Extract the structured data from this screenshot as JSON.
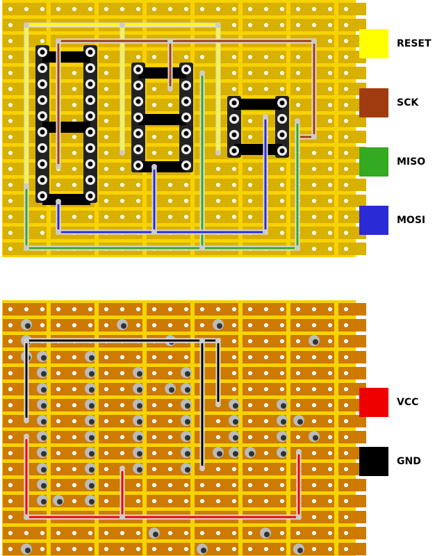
{
  "colors": {
    "top_board_bg": "#f7d300",
    "top_board_strip": "#d8b000",
    "bottom_board_bg": "#f7d300",
    "bottom_board_strip": "#cc7a00"
  },
  "top_legend": [
    {
      "label": "RESET",
      "color": "#ffff00"
    },
    {
      "label": "SCK",
      "color": "#a03c10"
    },
    {
      "label": "MISO",
      "color": "#33aa22"
    },
    {
      "label": "MOSI",
      "color": "#2a2ad6"
    }
  ],
  "bottom_legend": [
    {
      "label": "VCC",
      "color": "#ee0000"
    },
    {
      "label": "GND",
      "color": "#000000"
    }
  ]
}
